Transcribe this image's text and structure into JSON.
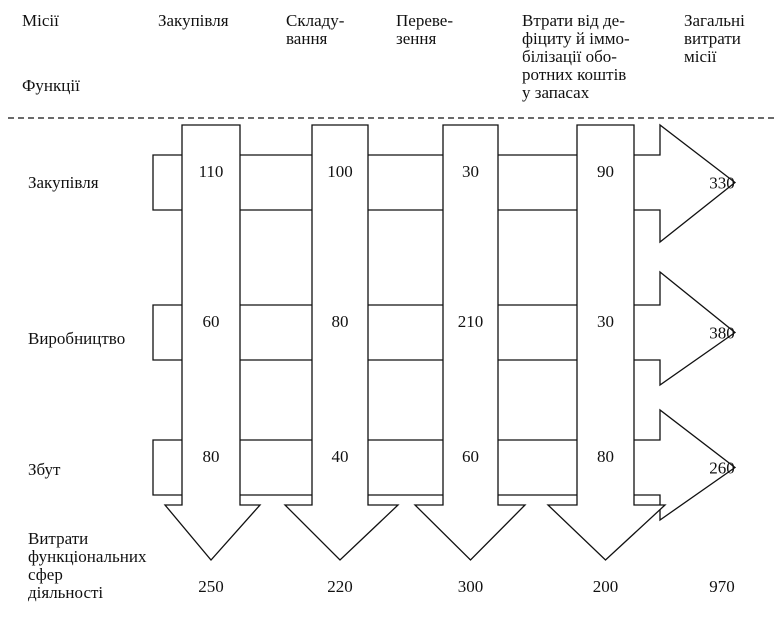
{
  "header": {
    "missions_label": "Місії",
    "functions_label": "Функції",
    "columns": [
      "Закупівля",
      "Складу-\nвання",
      "Переве-\nзення",
      "Втрати від де-\nфіциту й іммо-\nбілізації обо-\nротних коштів\nу запасах"
    ],
    "total_label": "Загальні\nвитрати\nмісії"
  },
  "rows": [
    {
      "label": "Закупівля",
      "values": [
        110,
        100,
        30,
        90
      ],
      "total": 330
    },
    {
      "label": "Виробництво",
      "values": [
        60,
        80,
        210,
        30
      ],
      "total": 380
    },
    {
      "label": "Збут",
      "values": [
        80,
        40,
        60,
        80
      ],
      "total": 260
    }
  ],
  "footer": {
    "label": "Витрати\nфункціональних\nсфер\nдіяльності",
    "column_totals": [
      250,
      220,
      300,
      200
    ],
    "grand_total": 970
  }
}
